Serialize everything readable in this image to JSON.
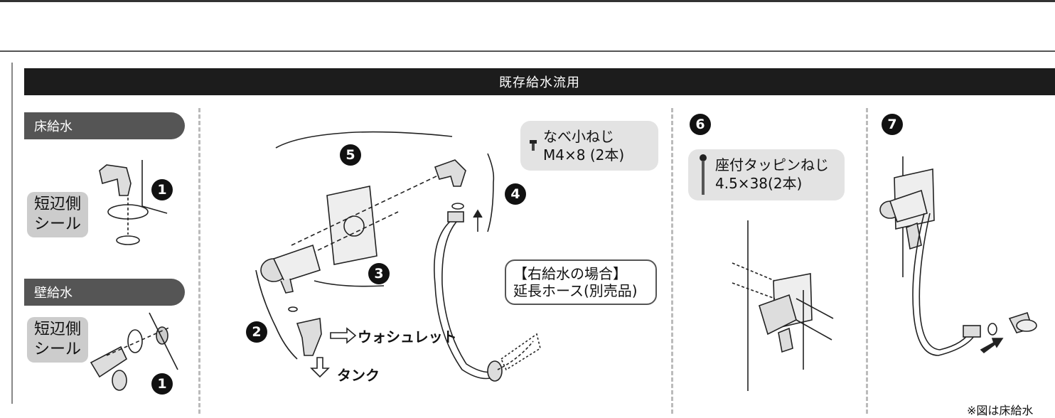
{
  "banner_title": "既存給水流用",
  "floor": {
    "tab": "床給水",
    "seal_line1": "短辺側",
    "seal_line2": "シール",
    "badge": "1"
  },
  "wall": {
    "tab": "壁給水",
    "seal_line1": "短辺側",
    "seal_line2": "シール",
    "badge": "1"
  },
  "screw1": {
    "line1": "なべ小ねじ",
    "line2": "M4×8 (2本)"
  },
  "screw2": {
    "line1": "座付タッピンねじ",
    "line2": "4.5×38(2本)"
  },
  "extension": {
    "line1": "【右給水の場合】",
    "line2": "延長ホース(別売品)"
  },
  "washlet_label": "ウォシュレット",
  "tank_label": "タンク",
  "step_badges": {
    "b2": "2",
    "b3": "3",
    "b4": "4",
    "b5": "5",
    "b6": "6",
    "b7": "7"
  },
  "footnote": "※図は床給水"
}
